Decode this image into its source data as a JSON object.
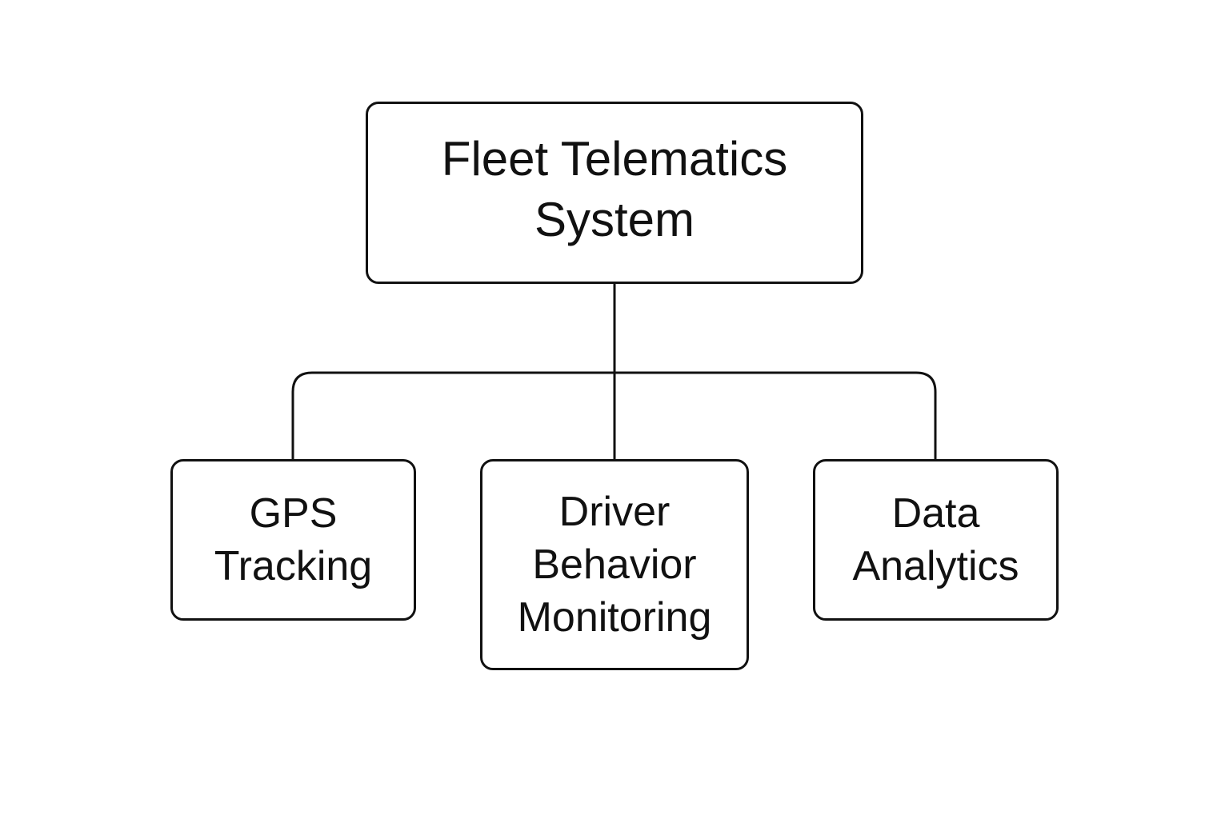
{
  "diagram": {
    "root": {
      "label": "Fleet Telematics\nSystem"
    },
    "children": [
      {
        "label": "GPS\nTracking"
      },
      {
        "label": "Driver\nBehavior\nMonitoring"
      },
      {
        "label": "Data\nAnalytics"
      }
    ]
  },
  "colors": {
    "stroke": "#111111",
    "text": "#111111",
    "background": "#ffffff"
  }
}
